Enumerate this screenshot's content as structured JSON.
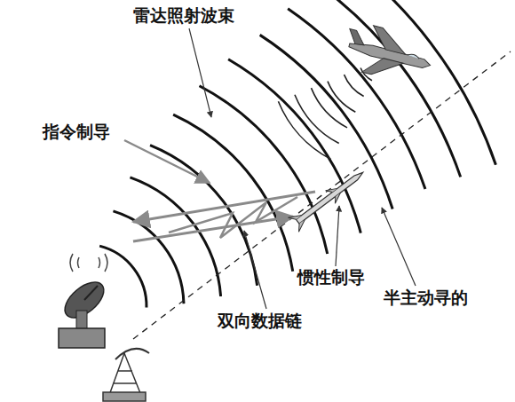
{
  "diagram": {
    "labels": [
      "雷达照射波束",
      "指令制导",
      "惯性制导",
      "半主动寻的",
      "双向数据链"
    ]
  }
}
